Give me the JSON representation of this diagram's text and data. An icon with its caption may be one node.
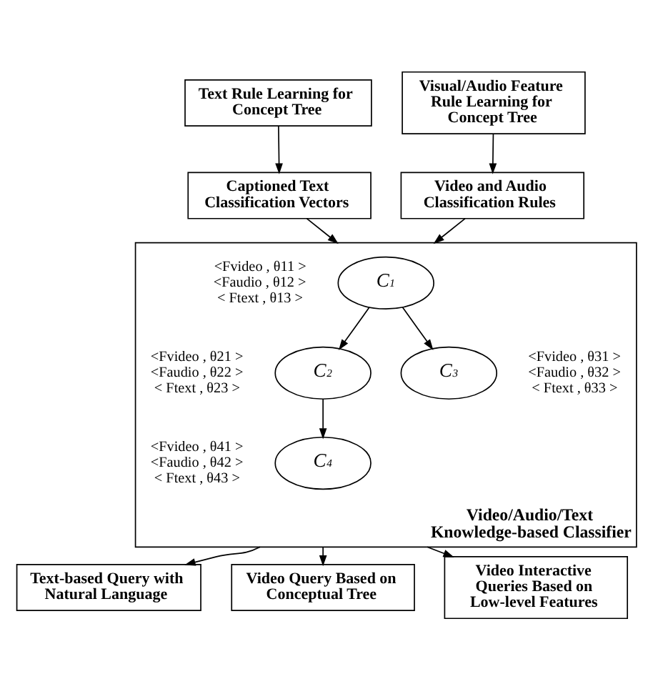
{
  "diagram": {
    "nodes": [
      {
        "text": [
          "Text Rule Learning for Concept Tree"
        ]
      },
      {
        "text": [
          "Visual/Audio Feature Rule Learning for Concept Tree"
        ]
      },
      {
        "text": [
          "Captioned Text Classification Vectors"
        ]
      },
      {
        "text": [
          "Video and Audio Classification Rules"
        ]
      },
      {
        "text": [
          "Video/Audio/Text Knowledge-based Classifier"
        ]
      },
      {
        "text": [
          "*C*$_{1}$"
        ],
        "in": 4,
        "beside": [
          "<Fvideo , θ11 >",
          "<Faudio , θ12 >",
          "< Ftext , θ13 >"
        ]
      },
      {
        "text": [
          "*C*$_{2}$"
        ],
        "in": 4,
        "beside": [
          "<Fvideo , θ21 >",
          "<Faudio , θ22 >",
          "< Ftext , θ23 >"
        ]
      },
      {
        "text": [
          "*C*$_{3}$"
        ],
        "in": 4,
        "beside": [
          "<Fvideo , θ31 >",
          "<Faudio , θ32 >",
          "< Ftext , θ33 >"
        ]
      },
      {
        "text": [
          "*C*$_{4}$"
        ],
        "in": 4,
        "beside": [
          "<Fvideo , θ41 >",
          "<Faudio , θ42 >",
          "< Ftext , θ43 >"
        ]
      },
      {
        "text": [
          "Text-based Query with Natural Language"
        ]
      },
      {
        "text": [
          "Video Query Based on Conceptual Tree"
        ]
      },
      {
        "text": [
          "Video Interactive Queries Based on Low-level Features"
        ]
      }
    ],
    "edges": [
      {
        "from": 0,
        "to": 2,
        "arrow": "to"
      },
      {
        "from": 1,
        "to": 3,
        "arrow": "to"
      },
      {
        "from": 2,
        "to": 4,
        "arrow": "to"
      },
      {
        "from": 3,
        "to": 4,
        "arrow": "to"
      },
      {
        "from": 5,
        "to": 6,
        "arrow": "to"
      },
      {
        "from": 5,
        "to": 7,
        "arrow": "to"
      },
      {
        "from": 6,
        "to": 8,
        "arrow": "to"
      },
      {
        "from": 4,
        "to": 9,
        "arrow": "to"
      },
      {
        "from": 4,
        "to": 10,
        "arrow": "to"
      },
      {
        "from": 4,
        "to": 11,
        "arrow": "to"
      }
    ]
  }
}
